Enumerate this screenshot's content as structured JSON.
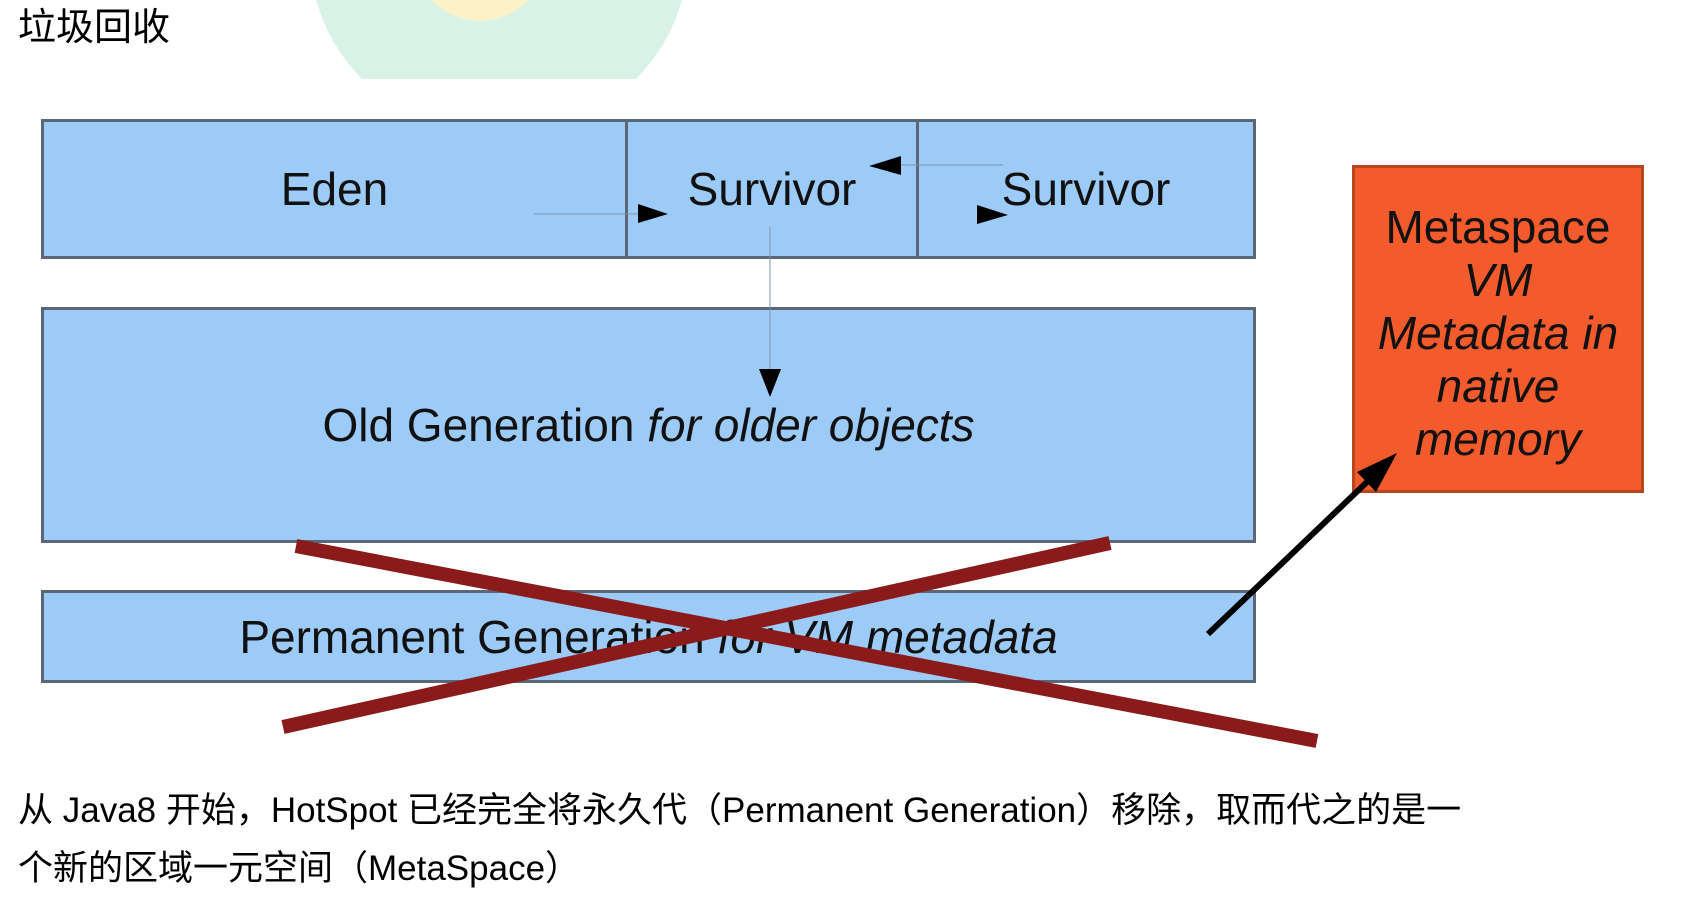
{
  "page": {
    "title": "垃圾回收"
  },
  "diagram": {
    "young_generation": {
      "eden": "Eden",
      "survivor_1": "Survivor",
      "survivor_2": "Survivor"
    },
    "old_generation": {
      "name": "Old Generation",
      "description": "for older objects"
    },
    "permanent_generation": {
      "name": "Permanent Generation",
      "description": "for VM metadata",
      "crossed_out": true
    },
    "metaspace": {
      "name": "Metaspace",
      "description_lines": [
        "VM",
        "Metadata in",
        "native",
        "memory"
      ]
    }
  },
  "paragraph": {
    "lines": [
      "从 Java8 开始，HotSpot 已经完全将永久代（Permanent Generation）移除，取而代之的是一",
      "个新的区域一元空间（MetaSpace）"
    ]
  },
  "colors": {
    "heap_box_fill": "#9dcbf8",
    "heap_box_border": "#5b6676",
    "metaspace_fill": "#f45b2c",
    "metaspace_border": "#b8461f",
    "cross": "#8b1a1a",
    "arrow": "#000000"
  }
}
